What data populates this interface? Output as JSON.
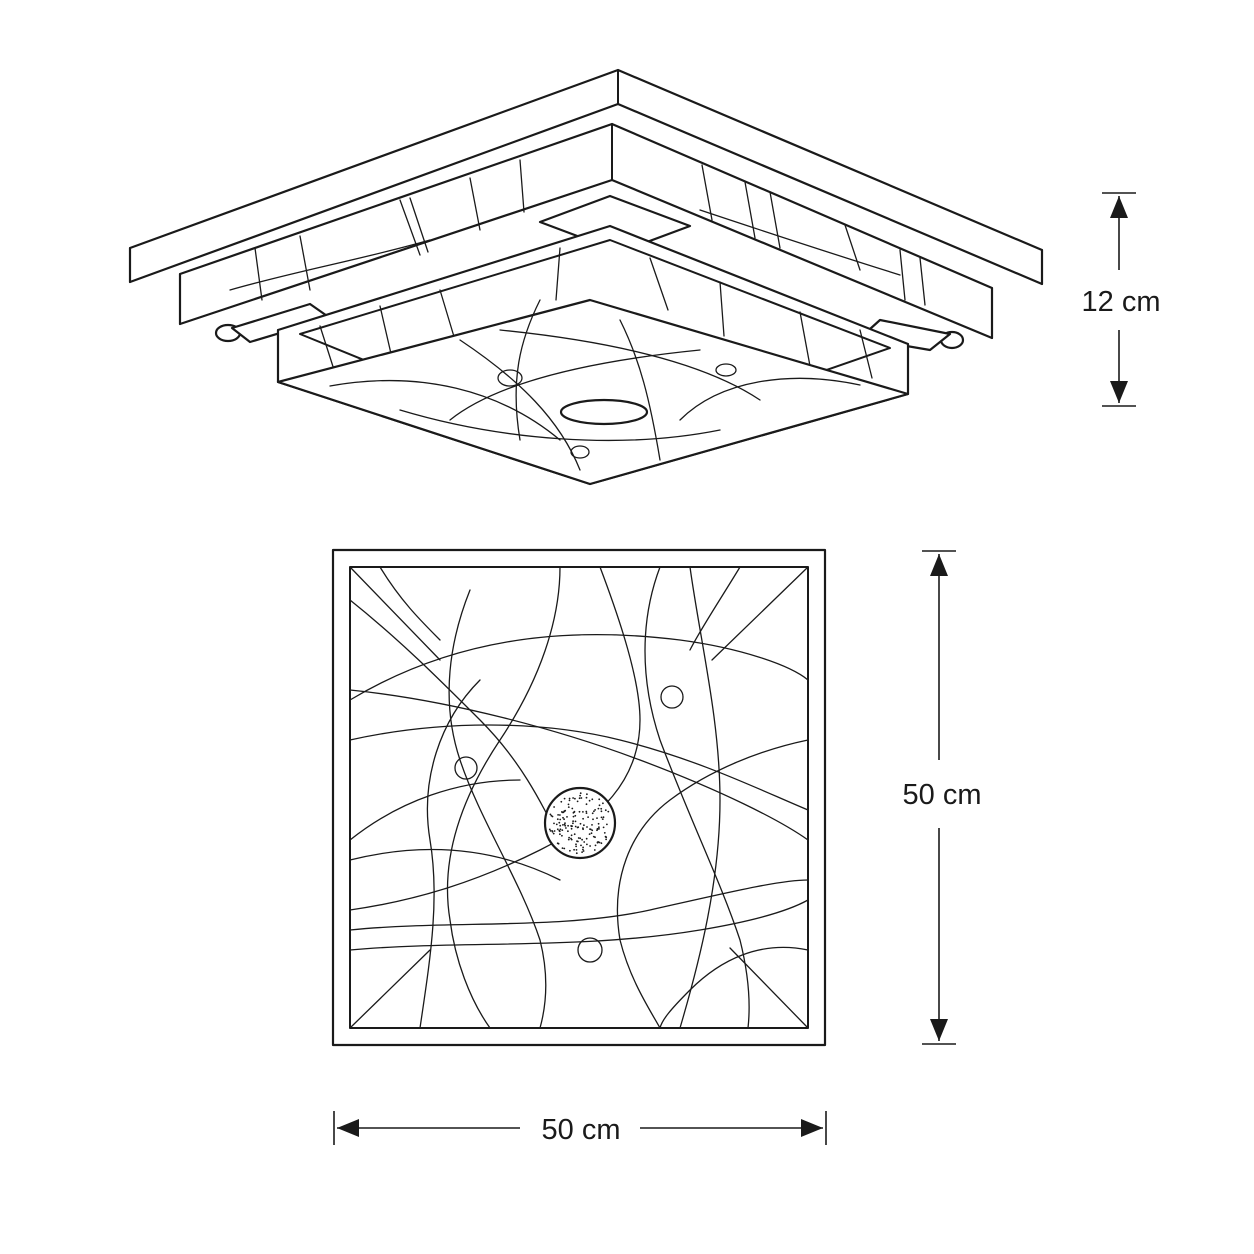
{
  "dimensions": {
    "height_label": "12 cm",
    "depth_label": "50 cm",
    "width_label": "50 cm"
  }
}
